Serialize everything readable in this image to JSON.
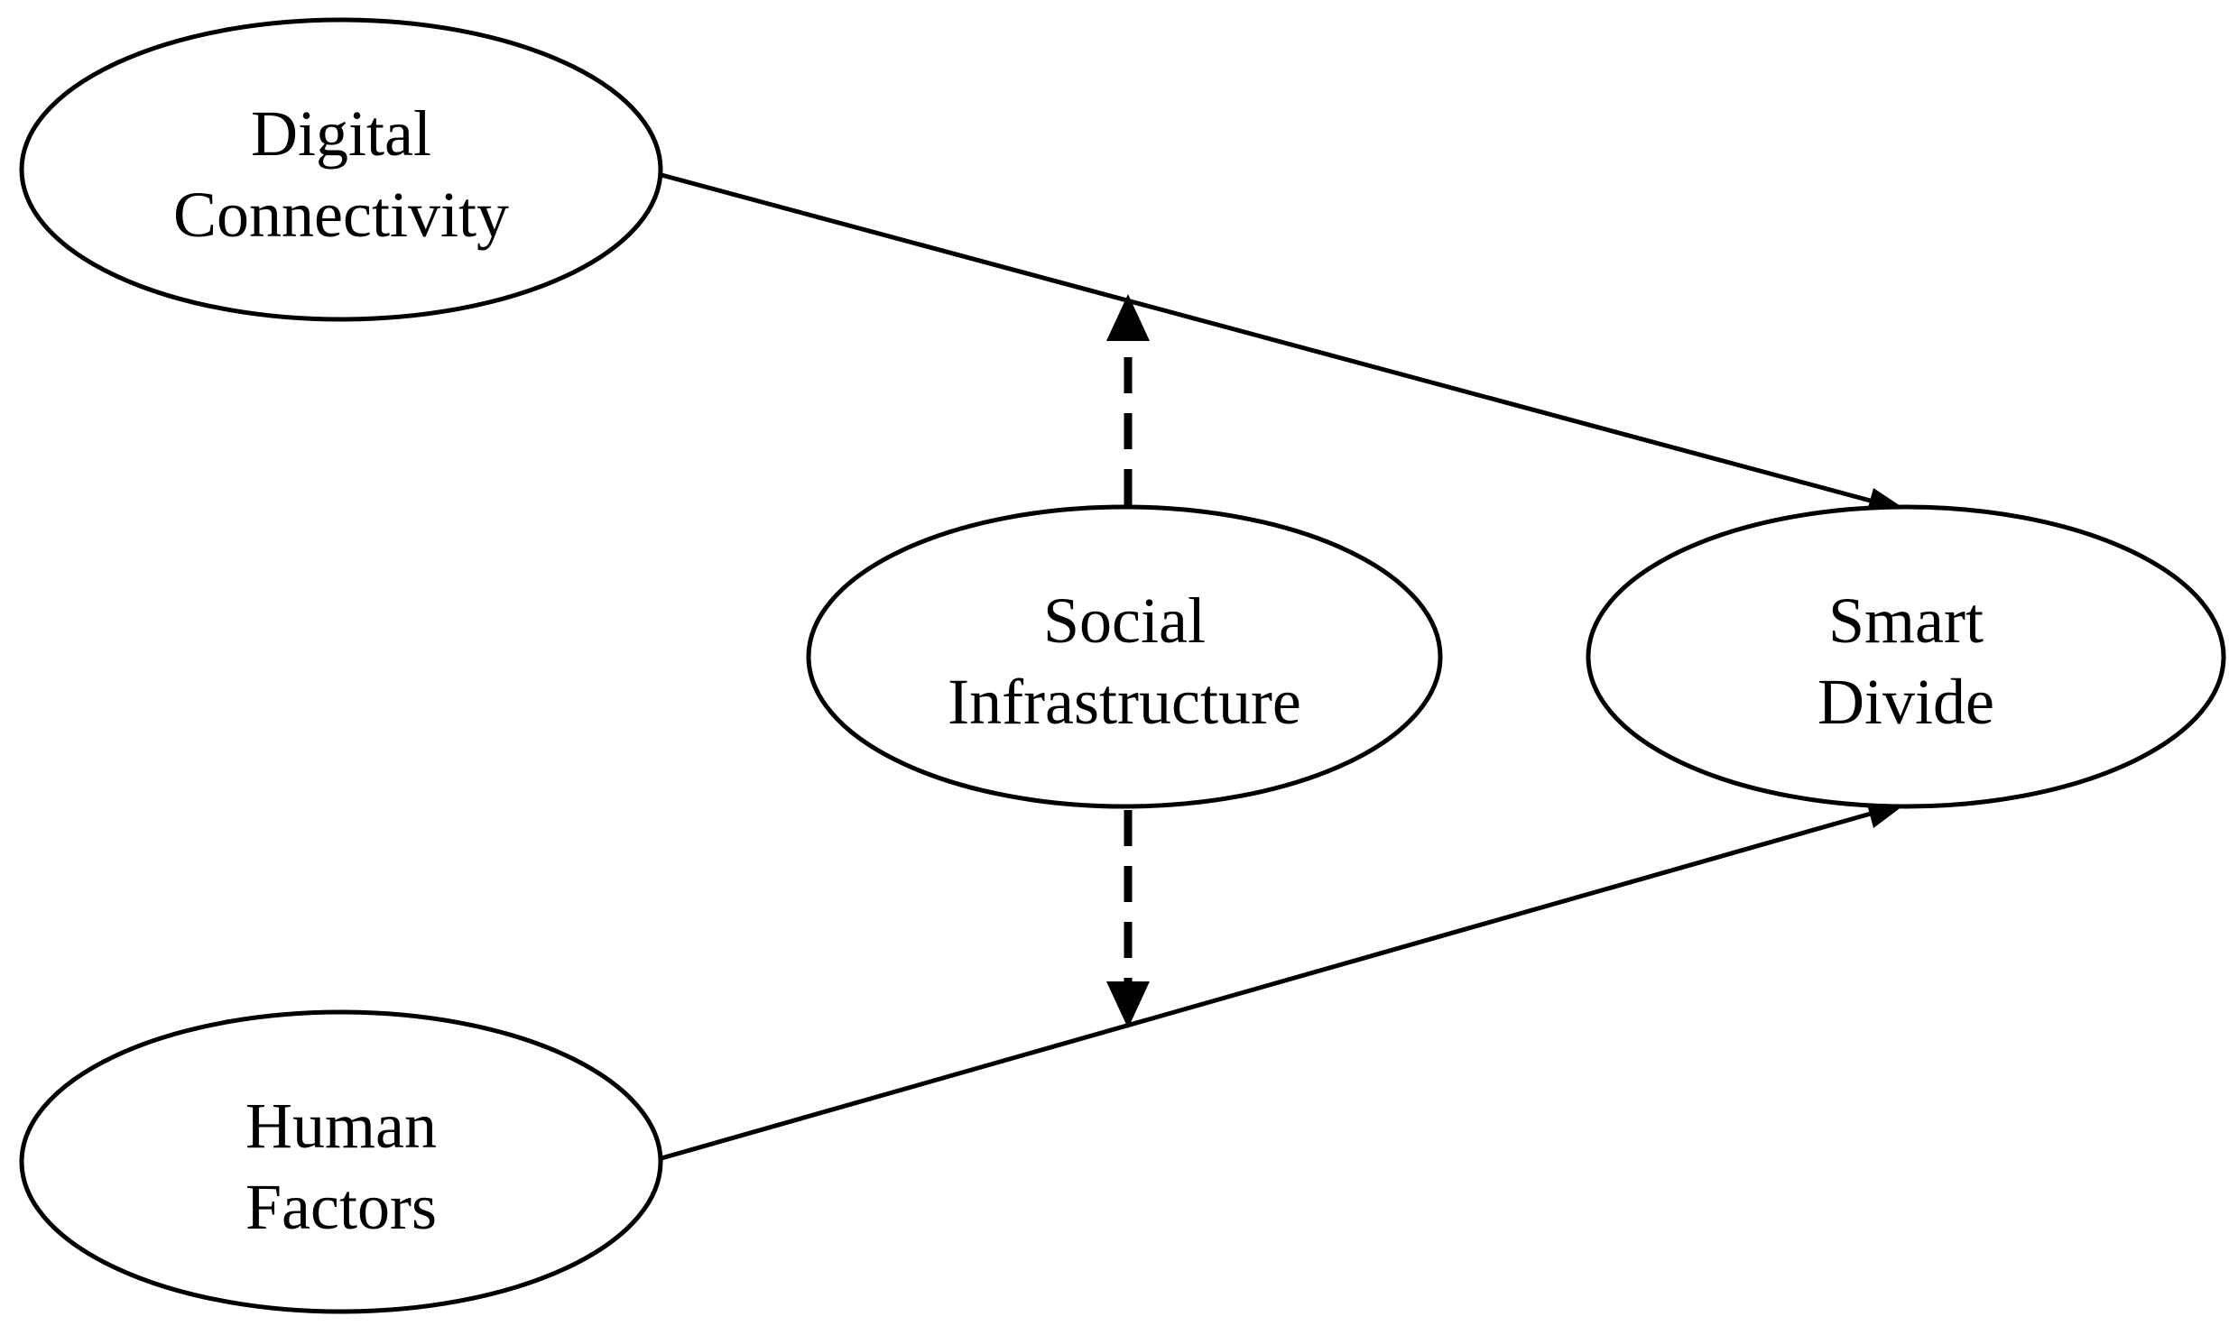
{
  "nodes": {
    "digital_connectivity": {
      "line1": "Digital",
      "line2": "Connectivity"
    },
    "human_factors": {
      "line1": "Human",
      "line2": "Factors"
    },
    "social_infrastructure": {
      "line1": "Social",
      "line2": "Infrastructure"
    },
    "smart_divide": {
      "line1": "Smart",
      "line2": "Divide"
    }
  },
  "edges": [
    {
      "from": "Digital Connectivity",
      "to": "Smart Divide",
      "style": "solid"
    },
    {
      "from": "Human Factors",
      "to": "Smart Divide",
      "style": "solid"
    },
    {
      "from": "Social Infrastructure",
      "to": "Digital Connectivity → Smart Divide path",
      "style": "dashed"
    },
    {
      "from": "Social Infrastructure",
      "to": "Human Factors → Smart Divide path",
      "style": "dashed"
    }
  ],
  "colors": {
    "stroke": "#000000",
    "background": "#ffffff"
  }
}
